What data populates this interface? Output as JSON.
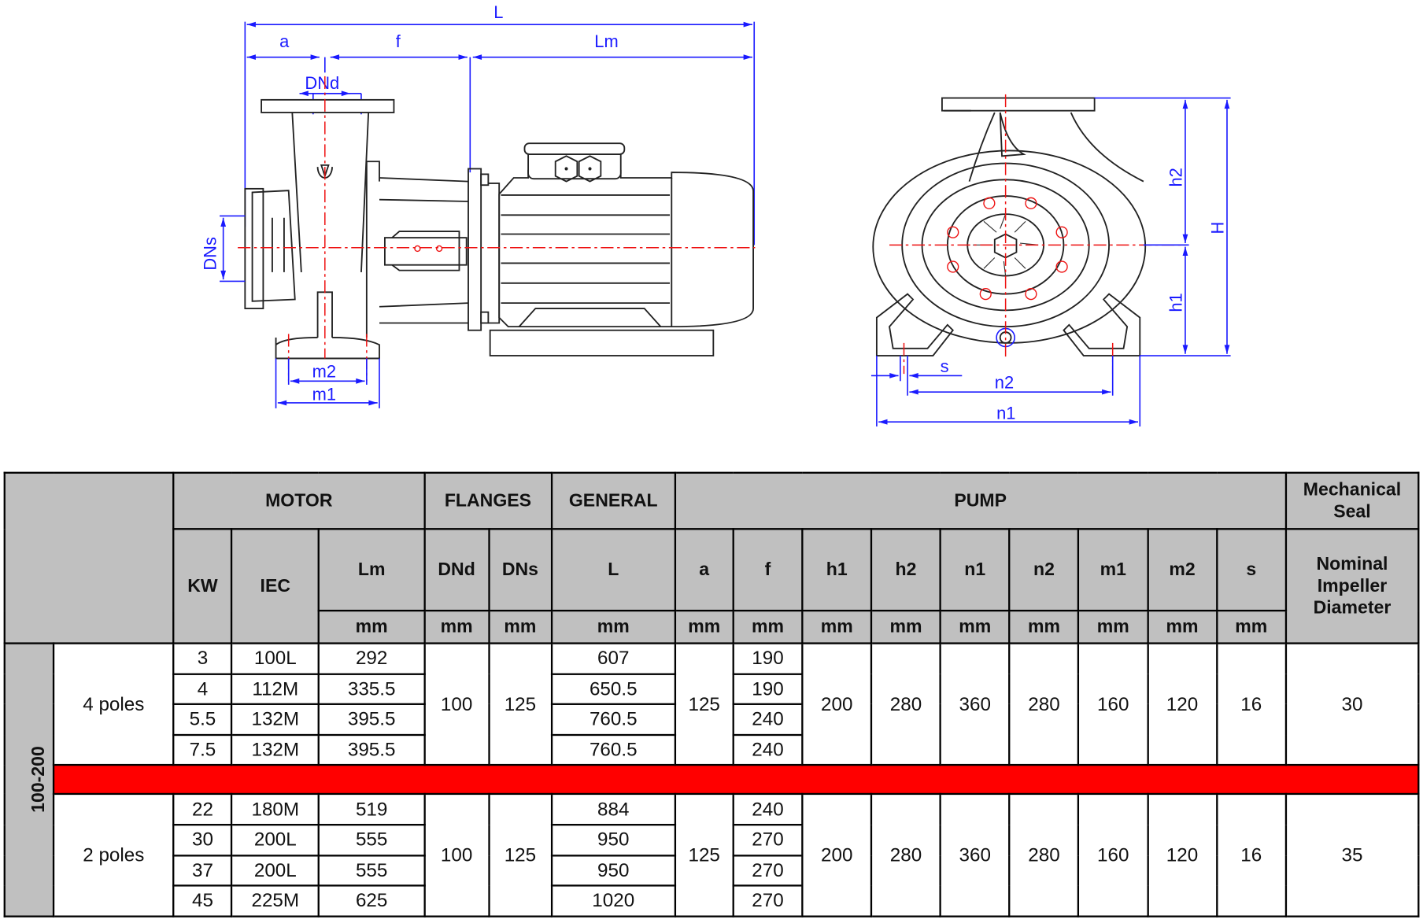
{
  "drawing": {
    "front_view_labels": {
      "L": "L",
      "a": "a",
      "f": "f",
      "Lm": "Lm",
      "DNd": "DNd",
      "DNs": "DNs",
      "m1": "m1",
      "m2": "m2"
    },
    "side_view_labels": {
      "h1": "h1",
      "h2": "h2",
      "H": "H",
      "n1": "n1",
      "n2": "n2",
      "s": "s"
    },
    "colors": {
      "dimension": "#1a1aff",
      "centerline": "#ee1111",
      "outline": "#222222"
    }
  },
  "table": {
    "group_headers": {
      "motor": "MOTOR",
      "flanges": "FLANGES",
      "general": "GENERAL",
      "pump": "PUMP",
      "mechanical_seal": "Mechanical Seal"
    },
    "columns": {
      "kw": "KW",
      "iec": "IEC",
      "lm": "Lm",
      "dnd": "DNd",
      "dns": "DNs",
      "l": "L",
      "a": "a",
      "f": "f",
      "h1": "h1",
      "h2": "h2",
      "n1": "n1",
      "n2": "n2",
      "m1": "m1",
      "m2": "m2",
      "s": "s",
      "impeller": "Nominal Impeller Diameter"
    },
    "unit": "mm",
    "model": "100-200",
    "colors": {
      "header_bg": "#c0c0c0",
      "separator": "#ff0000"
    },
    "groups": [
      {
        "poles": "4 poles",
        "dnd": "100",
        "dns": "125",
        "a": "125",
        "h1": "200",
        "h2": "280",
        "n1": "360",
        "n2": "280",
        "m1": "160",
        "m2": "120",
        "s": "16",
        "impeller": "30",
        "rows": [
          {
            "kw": "3",
            "iec": "100L",
            "lm": "292",
            "l": "607",
            "f": "190"
          },
          {
            "kw": "4",
            "iec": "112M",
            "lm": "335.5",
            "l": "650.5",
            "f": "190"
          },
          {
            "kw": "5.5",
            "iec": "132M",
            "lm": "395.5",
            "l": "760.5",
            "f": "240"
          },
          {
            "kw": "7.5",
            "iec": "132M",
            "lm": "395.5",
            "l": "760.5",
            "f": "240"
          }
        ]
      },
      {
        "poles": "2 poles",
        "dnd": "100",
        "dns": "125",
        "a": "125",
        "h1": "200",
        "h2": "280",
        "n1": "360",
        "n2": "280",
        "m1": "160",
        "m2": "120",
        "s": "16",
        "impeller": "35",
        "rows": [
          {
            "kw": "22",
            "iec": "180M",
            "lm": "519",
            "l": "884",
            "f": "240"
          },
          {
            "kw": "30",
            "iec": "200L",
            "lm": "555",
            "l": "950",
            "f": "270"
          },
          {
            "kw": "37",
            "iec": "200L",
            "lm": "555",
            "l": "950",
            "f": "270"
          },
          {
            "kw": "45",
            "iec": "225M",
            "lm": "625",
            "l": "1020",
            "f": "270"
          }
        ]
      }
    ]
  }
}
